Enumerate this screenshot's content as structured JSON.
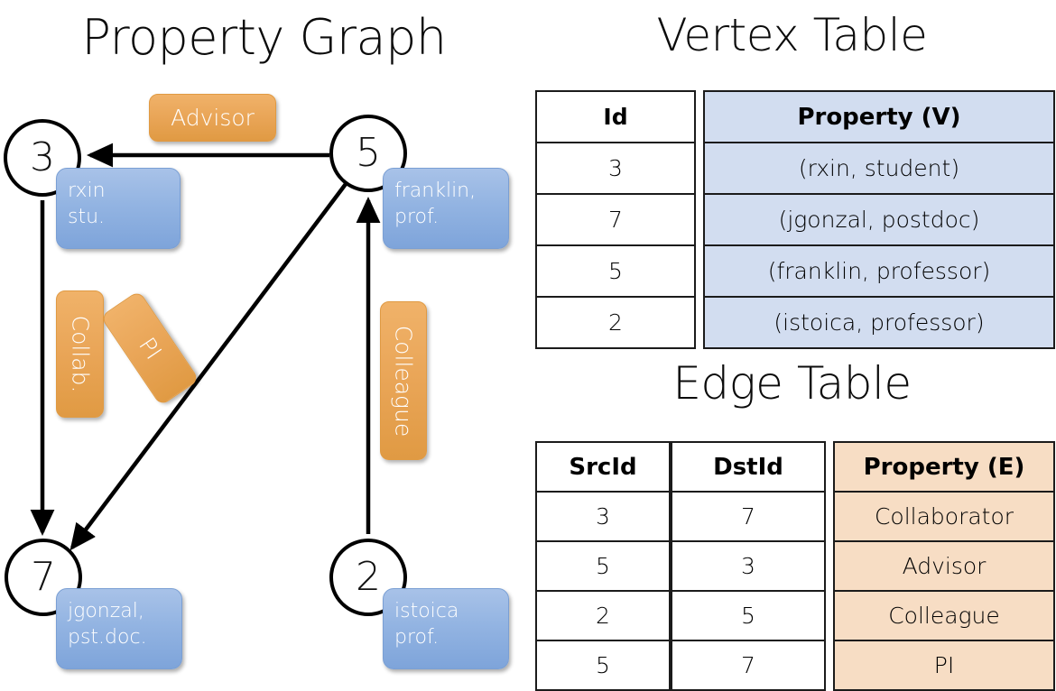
{
  "titles": {
    "property_graph": "Property Graph",
    "vertex_table": "Vertex Table",
    "edge_table": "Edge Table"
  },
  "colors": {
    "vertex_property_fill": "#d2ddf0",
    "edge_property_fill": "#f7ddc4",
    "node_property_box": "#93b4e2",
    "edge_label_box": "#e9a557",
    "stroke": "#000000"
  },
  "graph": {
    "nodes": [
      {
        "id": "3",
        "property_lines": "rxin\nstu."
      },
      {
        "id": "5",
        "property_lines": "franklin,\nprof."
      },
      {
        "id": "7",
        "property_lines": "jgonzal,\npst.doc."
      },
      {
        "id": "2",
        "property_lines": "istoica\nprof."
      }
    ],
    "edge_labels": [
      {
        "name": "advisor",
        "text": "Advisor"
      },
      {
        "name": "collab",
        "text": "Collab."
      },
      {
        "name": "pi",
        "text": "PI"
      },
      {
        "name": "colleague",
        "text": "Colleague"
      }
    ],
    "edges": [
      {
        "src": "5",
        "dst": "3",
        "label": "Advisor"
      },
      {
        "src": "3",
        "dst": "7",
        "label": "Collab."
      },
      {
        "src": "5",
        "dst": "7",
        "label": "PI"
      },
      {
        "src": "2",
        "dst": "5",
        "label": "Colleague"
      }
    ]
  },
  "vertex_table": {
    "headers": {
      "id": "Id",
      "property": "Property (V)"
    },
    "rows": [
      {
        "id": "3",
        "property": "(rxin, student)"
      },
      {
        "id": "7",
        "property": "(jgonzal, postdoc)"
      },
      {
        "id": "5",
        "property": "(franklin, professor)"
      },
      {
        "id": "2",
        "property": "(istoica, professor)"
      }
    ]
  },
  "edge_table": {
    "headers": {
      "src": "SrcId",
      "dst": "DstId",
      "property": "Property (E)"
    },
    "rows": [
      {
        "src": "3",
        "dst": "7",
        "property": "Collaborator"
      },
      {
        "src": "5",
        "dst": "3",
        "property": "Advisor"
      },
      {
        "src": "2",
        "dst": "5",
        "property": "Colleague"
      },
      {
        "src": "5",
        "dst": "7",
        "property": "PI"
      }
    ]
  }
}
